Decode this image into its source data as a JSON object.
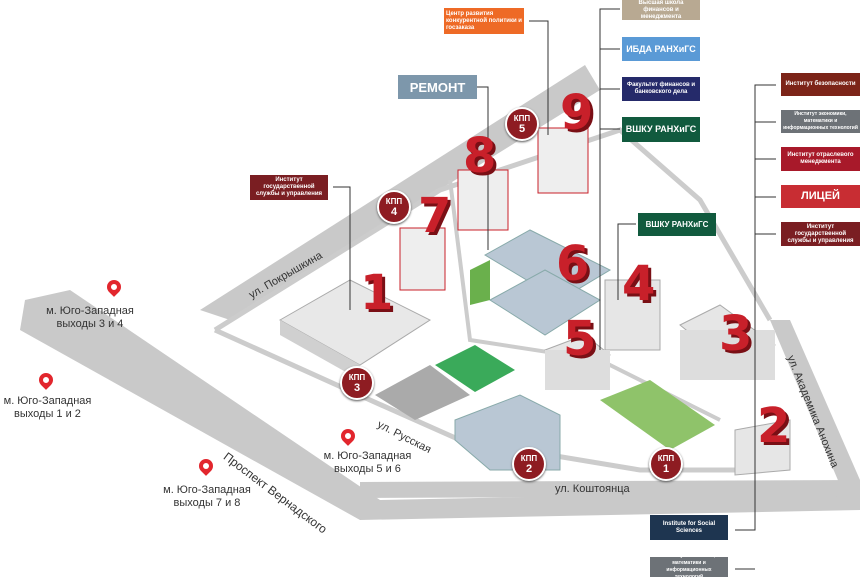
{
  "labels": {
    "competition_center": "Центр развития конкурентной политики и госзаказа",
    "repair": "РЕМОНТ",
    "hsfm": "Высшая школа финансов и менеджмента",
    "ibda": "ИБДА РАНХиГС",
    "ffb": "Факультет финансов и банковского дела",
    "vshku_top": "ВШКУ РАНХиГС",
    "security": "Институт безопасности",
    "iemit_top": "Институт экономики, математики и информационных технологий",
    "iom": "Институт отраслевого менеджмента",
    "lyceum": "ЛИЦЕЙ",
    "igsu_right": "Институт государственной службы и управления",
    "igsu_left": "Институт государственной службы и управления",
    "vshku_mid": "ВШКУ РАНХиГС",
    "iss": "Institute for Social Sciences",
    "iemit_bottom": "Институт экономики, математики и информационных технологий"
  },
  "buildings": [
    "9",
    "8",
    "7",
    "6",
    "1",
    "4",
    "5",
    "3",
    "2"
  ],
  "checkpoints": [
    {
      "label": "КПП",
      "num": "5"
    },
    {
      "label": "КПП",
      "num": "4"
    },
    {
      "label": "КПП",
      "num": "3"
    },
    {
      "label": "КПП",
      "num": "2"
    },
    {
      "label": "КПП",
      "num": "1"
    }
  ],
  "metro": [
    {
      "station": "м. Юго-Западная",
      "exits": "выходы 3 и 4"
    },
    {
      "station": "м. Юго-Западная",
      "exits": "выходы 1 и 2"
    },
    {
      "station": "м. Юго-Западная",
      "exits": "выходы 5 и 6"
    },
    {
      "station": "м. Юго-Западная",
      "exits": "выходы 7 и 8"
    }
  ],
  "streets": {
    "pokryshkina": "ул. Покрышкина",
    "russkaya": "ул. Русская",
    "vernadskogo": "Проспект Вернадского",
    "koshtoyantsa": "ул. Коштоянца",
    "anokhina": "ул. Академика Анохина"
  },
  "colors": {
    "accent": "#c8202a",
    "road": "#c9c9c9",
    "kpp": "#8e1c22"
  }
}
